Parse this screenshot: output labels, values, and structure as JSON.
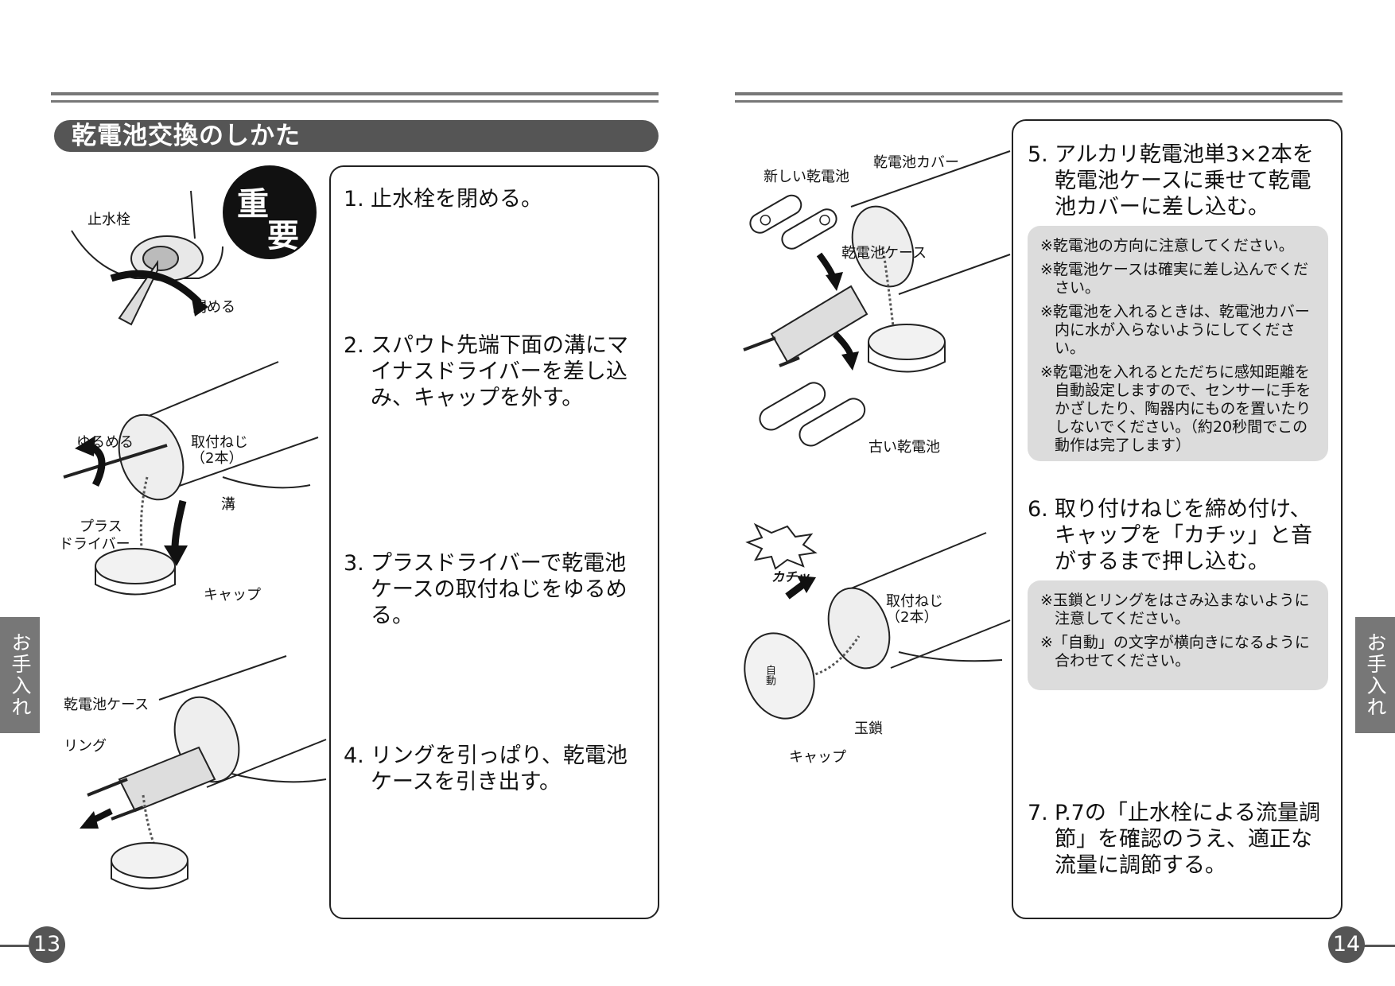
{
  "section_title": "乾電池交換のしかた",
  "important_badge": {
    "char1": "重",
    "char2": "要"
  },
  "side_tab_label": "お手入れ",
  "page_left": "13",
  "page_right": "14",
  "steps_left": [
    {
      "num": "1.",
      "text": "止水栓を閉める。"
    },
    {
      "num": "2.",
      "text": "スパウト先端下面の溝にマイナスドライバーを差し込み、キャップを外す。"
    },
    {
      "num": "3.",
      "text": "プラスドライバーで乾電池ケースの取付ねじをゆるめる。"
    },
    {
      "num": "4.",
      "text": "リングを引っぱり、乾電池ケースを引き出す。"
    }
  ],
  "steps_right": [
    {
      "num": "5.",
      "text": "アルカリ乾電池単3×2本を乾電池ケースに乗せて乾電池カバーに差し込む。"
    },
    {
      "num": "6.",
      "text": "取り付けねじを締め付け、キャップを「カチッ」と音がするまで押し込む。"
    },
    {
      "num": "7.",
      "text": "P.7の「止水栓による流量調節」を確認のうえ、適正な流量に調節する。"
    }
  ],
  "notes_step5": [
    "※乾電池の方向に注意してください。",
    "※乾電池ケースは確実に差し込んでください。",
    "※乾電池を入れるときは、乾電池カバー内に水が入らないようにしてください。",
    "※乾電池を入れるとただちに感知距離を自動設定しますので、センサーに手をかざしたり、陶器内にものを置いたりしないでください。（約20秒間でこの動作は完了します）"
  ],
  "notes_step6": [
    "※玉鎖とリングをはさみ込まないように注意してください。",
    "※「自動」の文字が横向きになるように合わせてください。"
  ],
  "labels_left": {
    "valve": "止水栓",
    "close": "閉める",
    "loosen": "ゆるめる",
    "screw": "取付ねじ",
    "screw_count": "（2本）",
    "groove": "溝",
    "plus_driver_1": "プラス",
    "plus_driver_2": "ドライバー",
    "cap": "キャップ",
    "battery_case": "乾電池ケース",
    "ring": "リング"
  },
  "labels_right": {
    "new_battery": "新しい乾電池",
    "battery_cover": "乾電池カバー",
    "battery_case": "乾電池ケース",
    "old_battery": "古い乾電池",
    "click": "カチッ",
    "screw": "取付ねじ",
    "screw_count": "（2本）",
    "chain": "玉鎖",
    "cap": "キャップ",
    "auto": "自動"
  }
}
